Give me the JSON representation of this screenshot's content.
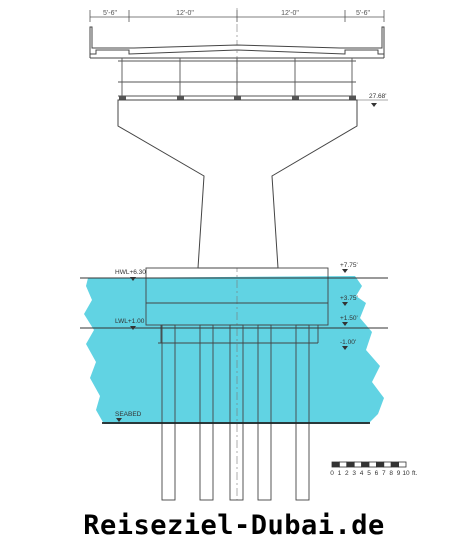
{
  "drawing": {
    "dimensions": [
      "5'-6\"",
      "12'-0\"",
      "12'-0\"",
      "5'-6\""
    ],
    "levels": {
      "top_of_pier": "27.68'",
      "hwl": "HWL+6.30",
      "lwl": "LWL+1.00",
      "seabed": "SEABED",
      "cap_top": "+7.75'",
      "cap_mid": "+3.75'",
      "cap_bottom": "+1.50'",
      "pile_level": "-1.00'"
    },
    "scale_bar": {
      "ticks": [
        "0",
        "1",
        "2",
        "3",
        "4",
        "5",
        "6",
        "7",
        "8",
        "9",
        "10"
      ],
      "unit": "ft."
    },
    "colors": {
      "water": "#61d3e3",
      "line": "#555555",
      "dark_line": "#333333"
    }
  },
  "watermark": "Reiseziel-Dubai.de"
}
